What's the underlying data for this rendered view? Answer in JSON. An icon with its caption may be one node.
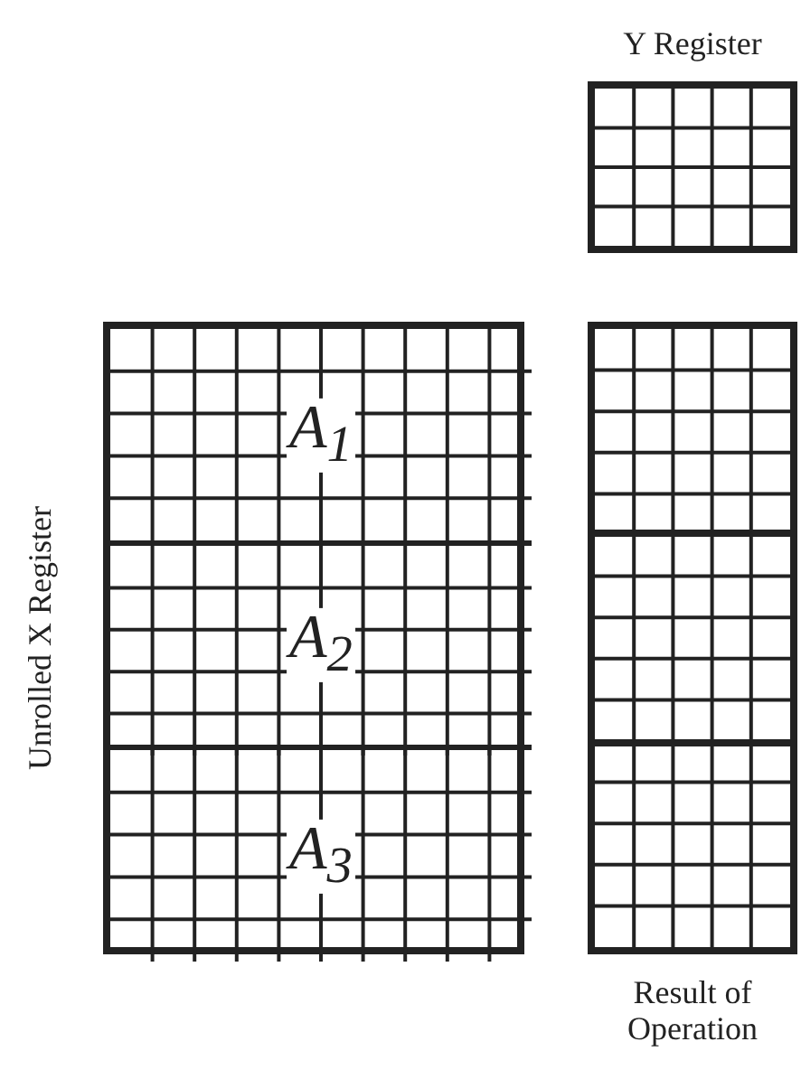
{
  "diagram": {
    "nodes": [
      {
        "text": [
          "Y Register"
        ]
      },
      {
        "text": [
          "Unrolled X Register"
        ]
      },
      {
        "text": [
          "A$_{1}$"
        ],
        "in": 1
      },
      {
        "text": [
          "A$_{2}$"
        ],
        "in": 1
      },
      {
        "text": [
          "A$_{3}$"
        ],
        "in": 1
      },
      {
        "text": [
          "Result of Operation"
        ]
      }
    ]
  }
}
